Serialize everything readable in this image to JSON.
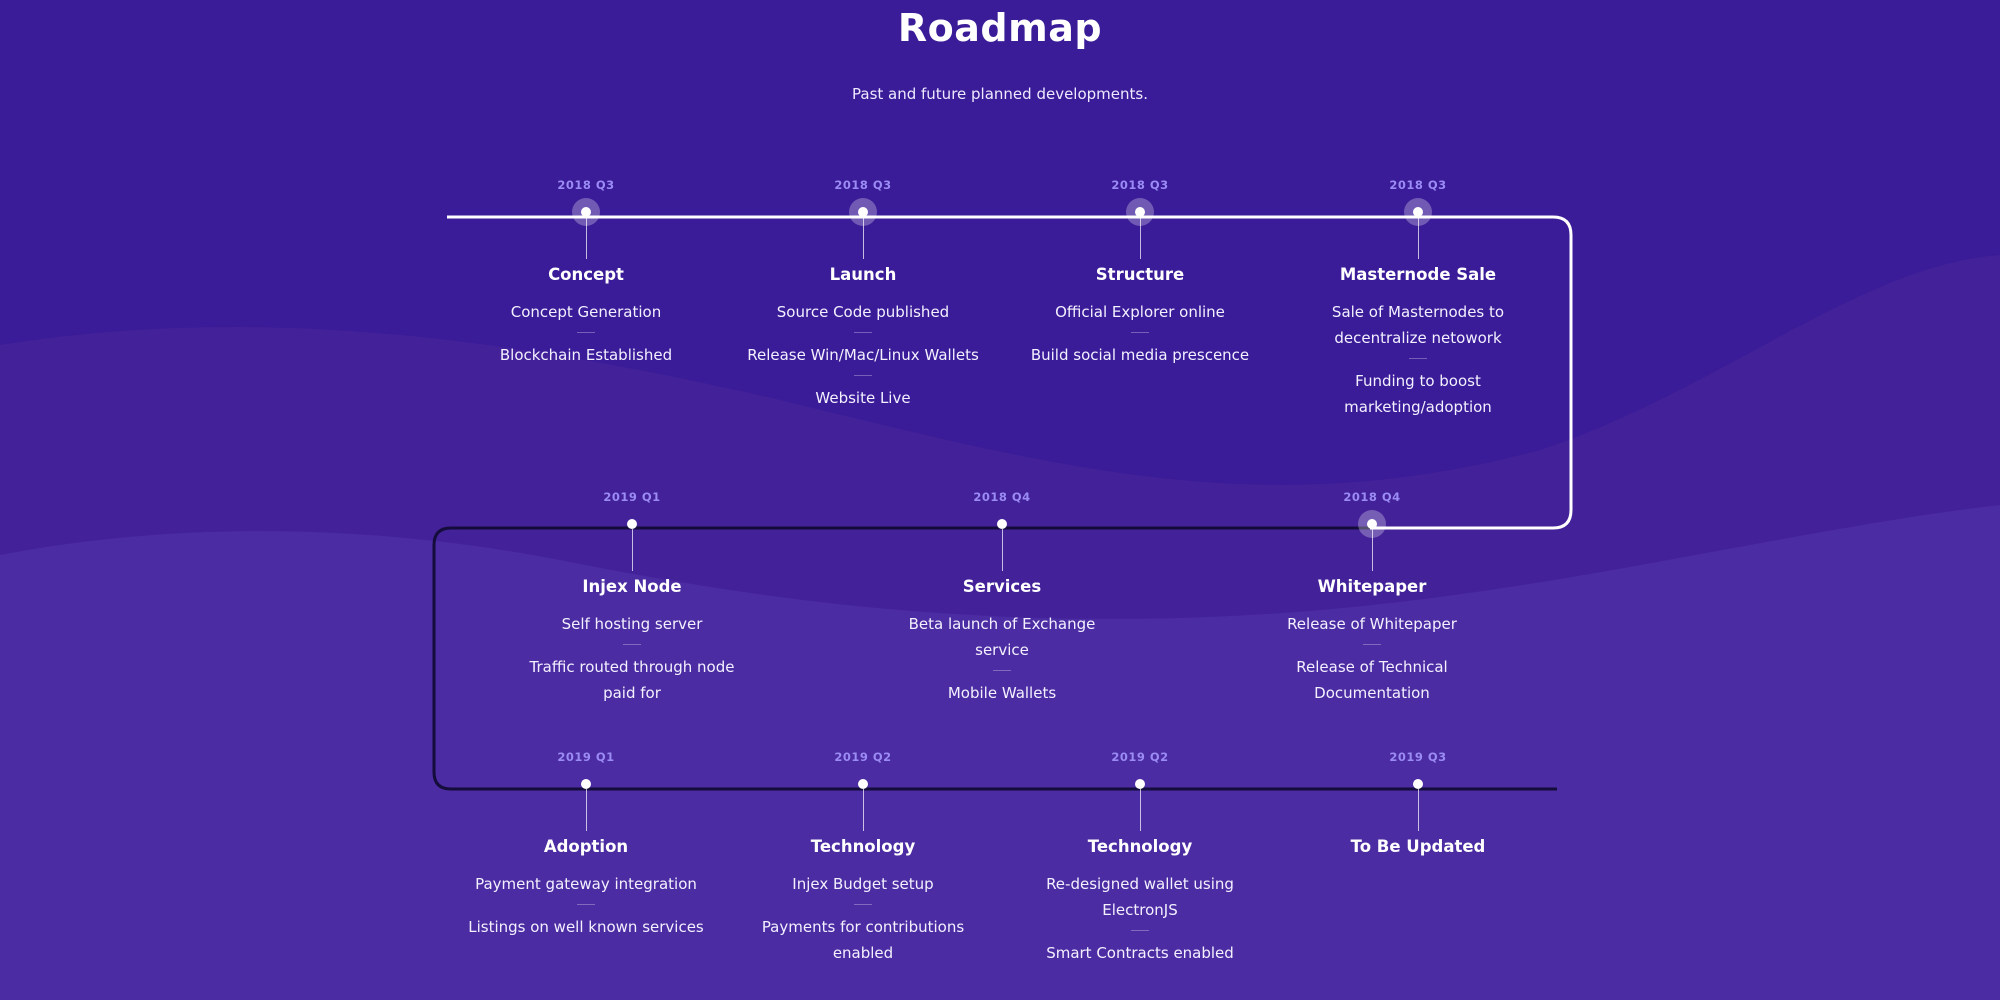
{
  "header": {
    "title": "Roadmap",
    "subtitle": "Past and future planned developments."
  },
  "colors": {
    "background": "#3a1b98",
    "wave": "#4f31a4",
    "date_label": "#9b8bf4",
    "line_top": "#ffffff",
    "line_bottom": "#140c3a"
  },
  "rows": [
    {
      "milestones": [
        {
          "date": "2018 Q3",
          "title": "Concept",
          "items": [
            "Concept Generation",
            "Blockchain Established"
          ]
        },
        {
          "date": "2018 Q3",
          "title": "Launch",
          "items": [
            "Source Code published",
            "Release Win/Mac/Linux Wallets",
            "Website Live"
          ]
        },
        {
          "date": "2018 Q3",
          "title": "Structure",
          "items": [
            "Official Explorer online",
            "Build social media prescence"
          ]
        },
        {
          "date": "2018 Q3",
          "title": "Masternode Sale",
          "items": [
            "Sale of Masternodes to decentralize netowork",
            "Funding to boost marketing/adoption"
          ]
        }
      ]
    },
    {
      "milestones": [
        {
          "date": "2019 Q1",
          "title": "Injex Node",
          "items": [
            "Self hosting server",
            "Traffic routed through node paid for"
          ]
        },
        {
          "date": "2018 Q4",
          "title": "Services",
          "items": [
            "Beta launch of Exchange service",
            "Mobile Wallets"
          ]
        },
        {
          "date": "2018 Q4",
          "title": "Whitepaper",
          "items": [
            "Release of Whitepaper",
            "Release of Technical Documentation"
          ]
        }
      ]
    },
    {
      "milestones": [
        {
          "date": "2019 Q1",
          "title": "Adoption",
          "items": [
            "Payment gateway integration",
            "Listings on well known services"
          ]
        },
        {
          "date": "2019 Q2",
          "title": "Technology",
          "items": [
            "Injex Budget setup",
            "Payments for contributions enabled"
          ]
        },
        {
          "date": "2019 Q2",
          "title": "Technology",
          "items": [
            "Re-designed wallet using ElectronJS",
            "Smart Contracts enabled"
          ]
        },
        {
          "date": "2019 Q3",
          "title": "To Be Updated",
          "items": []
        }
      ]
    }
  ]
}
